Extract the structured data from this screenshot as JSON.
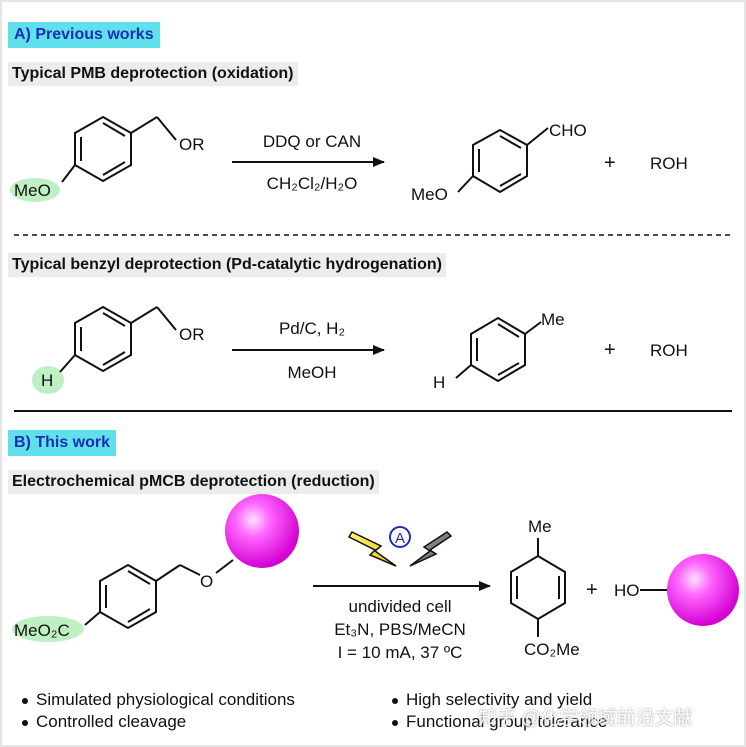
{
  "section_a": {
    "label": "A) Previous works",
    "row1": {
      "title": "Typical PMB deprotection (oxidation)",
      "sub_group": "OR",
      "sub_para": "MeO",
      "cond_top": "DDQ or CAN",
      "cond_bottom": "CH₂Cl₂/H₂O",
      "prod_group": "CHO",
      "prod_para": "MeO",
      "plus": "+",
      "byproduct": "ROH"
    },
    "row2": {
      "title": "Typical benzyl deprotection (Pd-catalytic hydrogenation)",
      "sub_group": "OR",
      "sub_para": "H",
      "cond_top": "Pd/C, H₂",
      "cond_bottom": "MeOH",
      "prod_group": "Me",
      "prod_para": "H",
      "plus": "+",
      "byproduct": "ROH"
    }
  },
  "section_b": {
    "label": "B) This work",
    "title": "Electrochemical pMCB deprotection (reduction)",
    "sub_o": "O",
    "sub_para": "MeO₂C",
    "anode": "A",
    "cond1": "undivided cell",
    "cond2": "Et₃N, PBS/MeCN",
    "cond3": "I = 10 mA, 37 ºC",
    "prod_top": "Me",
    "prod_bottom": "CO₂Me",
    "plus": "+",
    "byproduct": "HO"
  },
  "bullets": [
    "Simulated physiological conditions",
    "Controlled cleavage",
    "High selectivity and yield",
    "Functional group tolerance"
  ],
  "watermark": "知乎 @化学领域前沿文献",
  "colors": {
    "section_label_bg": "#5fe0ea",
    "section_label_text": "#1a2fb5",
    "highlight": "#bff0c4",
    "sphere": "#ff3dff",
    "bolt_yellow": "#f5e600",
    "bolt_gray": "#7a7a7a"
  }
}
